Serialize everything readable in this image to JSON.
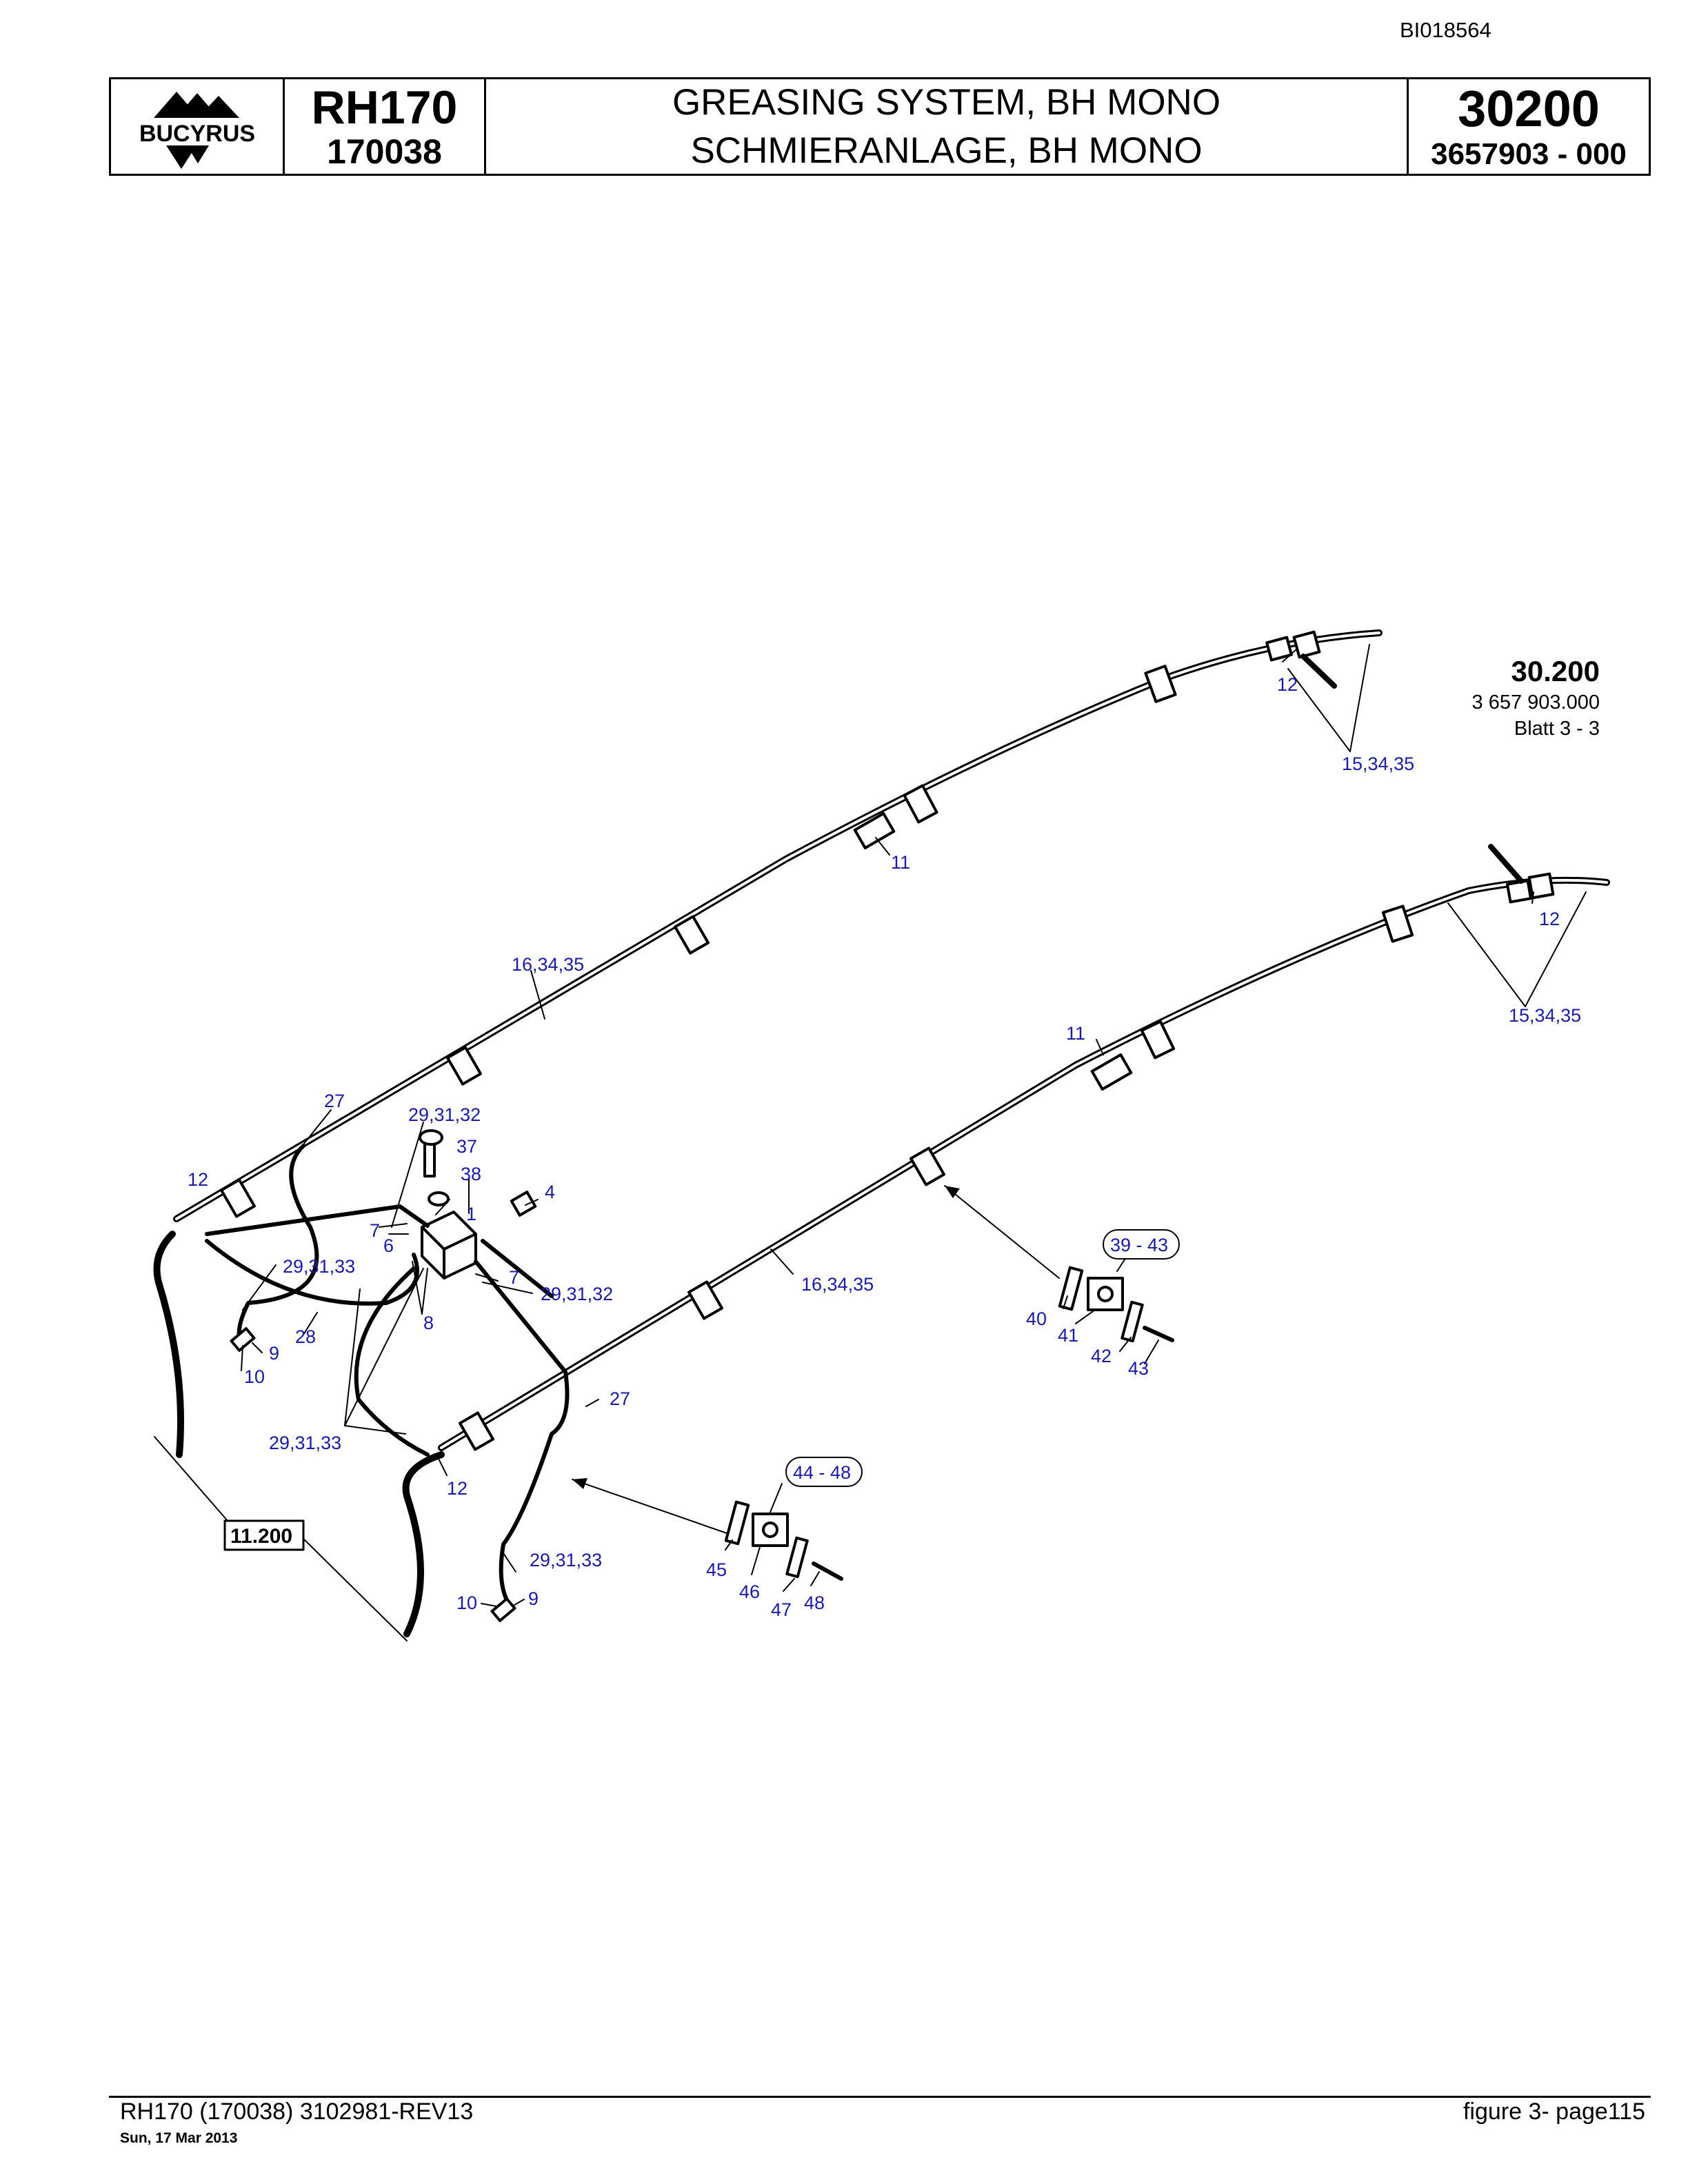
{
  "doc_id": "BI018564",
  "header": {
    "logo_text": "BUCYRUS",
    "model": "RH170",
    "serial": "170038",
    "title_en": "GREASING SYSTEM, BH MONO",
    "title_de": "SCHMIERANLAGE, BH MONO",
    "group_number": "30200",
    "part_number": "3657903  - 000"
  },
  "sheet_ref": {
    "group": "30.200",
    "number": "3 657 903.000",
    "sheet": "Blatt 3 - 3"
  },
  "callouts": {
    "c15a": "15,34,35",
    "c12a": "12",
    "c11a": "11",
    "c16a": "16,34,35",
    "c12b": "12",
    "c15b": "15,34,35",
    "c11b": "11",
    "c27a": "27",
    "c29a": "29,31,32",
    "c37": "37",
    "c38": "38",
    "c12c": "12",
    "c4": "4",
    "c1": "1",
    "c7a": "7",
    "c6": "6",
    "c29b": "29,31,33",
    "c7b": "7",
    "c29c": "29,31,32",
    "c8": "8",
    "c16b": "16,34,35",
    "c28": "28",
    "c9a": "9",
    "c10a": "10",
    "c39": "39 - 43",
    "c40": "40",
    "c41": "41",
    "c42": "42",
    "c43": "43",
    "c27b": "27",
    "c29d": "29,31,33",
    "c12d": "12",
    "c11200": "11.200",
    "c44": "44 - 48",
    "c45": "45",
    "c46": "46",
    "c47": "47",
    "c48": "48",
    "c29e": "29,31,33",
    "c10b": "10",
    "c9b": "9"
  },
  "footer": {
    "left": "RH170 (170038) 3102981-REV13",
    "date": "Sun, 17 Mar 2013",
    "right": "figure 3- page115"
  }
}
